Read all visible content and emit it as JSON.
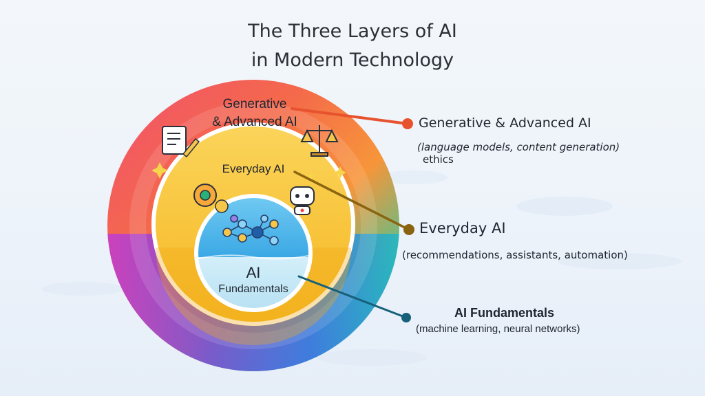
{
  "title": {
    "line1": "The Three Layers of AI",
    "line2": "in Modern Technology"
  },
  "rings": {
    "outer": {
      "line1": "Generative",
      "line2": "& Advanced AI"
    },
    "middle": {
      "label": "Everyday AI"
    },
    "inner": {
      "line1": "AI",
      "line2": "Fundamentals"
    }
  },
  "callouts": {
    "generative": {
      "title": "Generative & Advanced AI",
      "desc_line1": "(language models, content generation)",
      "desc_line2": "ethics"
    },
    "everyday": {
      "title": "Everyday AI",
      "desc": "(recommendations, assistants, automation)"
    },
    "fundamentals": {
      "title": "AI Fundamentals",
      "desc": "(machine learning, neural networks)"
    }
  },
  "colors": {
    "generative": "#e7532f",
    "everyday": "#8a6410",
    "fundamentals": "#16607a",
    "middle_ring": "#f7c233",
    "inner_bottom": "#bfe6f5",
    "inner_top": "#4fb8ea"
  },
  "icons": [
    "document-pen-icon",
    "scales-icon",
    "gear-heart-icon",
    "robot-icon",
    "neural-network-icon",
    "sparkle-icon"
  ]
}
